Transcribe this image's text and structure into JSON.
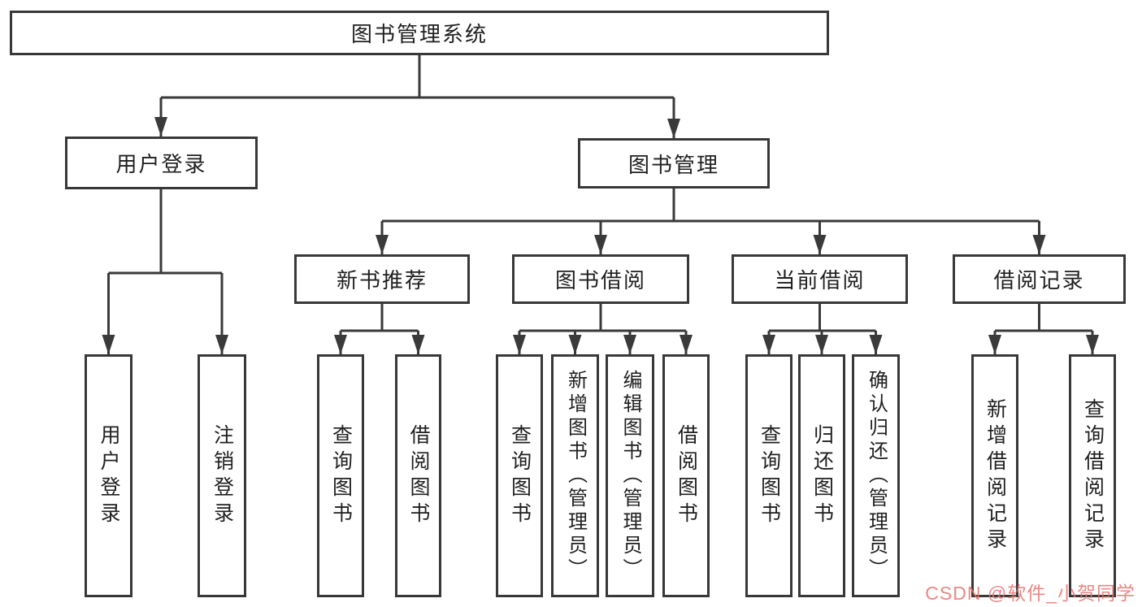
{
  "tree": {
    "label": "图书管理系统",
    "children": [
      {
        "label": "用户登录",
        "children": [
          {
            "label": "用户登录"
          },
          {
            "label": "注销登录"
          }
        ]
      },
      {
        "label": "图书管理",
        "children": [
          {
            "label": "新书推荐",
            "children": [
              {
                "label": "查询图书"
              },
              {
                "label": "借阅图书"
              }
            ]
          },
          {
            "label": "图书借阅",
            "children": [
              {
                "label": "查询图书"
              },
              {
                "label": "新增图书（管理员）"
              },
              {
                "label": "编辑图书（管理员）"
              },
              {
                "label": "借阅图书"
              }
            ]
          },
          {
            "label": "当前借阅",
            "children": [
              {
                "label": "查询图书"
              },
              {
                "label": "归还图书"
              },
              {
                "label": "确认归还（管理员）"
              }
            ]
          },
          {
            "label": "借阅记录",
            "children": [
              {
                "label": "新增借阅记录"
              },
              {
                "label": "查询借阅记录"
              }
            ]
          }
        ]
      }
    ]
  },
  "watermark": {
    "text": "CSDN @软件_小贺同学",
    "color": "#e6736e"
  },
  "colors": {
    "line": "#3a3a3a",
    "box_border": "#383838",
    "box_fill": "#ffffff",
    "text": "#1f1f1f"
  }
}
